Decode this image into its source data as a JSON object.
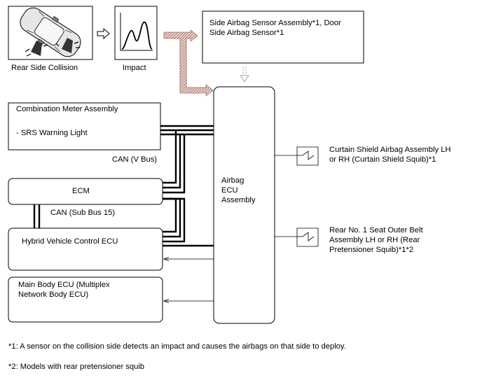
{
  "inputs": {
    "collision_label": "Rear Side Collision",
    "impact_label": "Impact"
  },
  "sensor": {
    "label": "Side Airbag Sensor Assembly*1, Door\nSide Airbag Sensor*1"
  },
  "ecu": {
    "label": "Airbag\nECU\nAssembly"
  },
  "left_units": {
    "meter": {
      "title": "Combination Meter Assembly",
      "item": "- SRS Warning Light"
    },
    "can_v_bus": "CAN (V Bus)",
    "ecm": "ECM",
    "can_sub_bus": "CAN (Sub Bus 15)",
    "hv_ecu": "Hybrid Vehicle Control ECU",
    "main_body_ecu": "Main Body ECU (Multiplex\nNetwork Body ECU)"
  },
  "outputs": {
    "curtain": "Curtain Shield Airbag Assembly LH\nor RH (Curtain Shield Squib)*1",
    "rear_belt": "Rear No. 1 Seat Outer Belt\nAssembly LH or RH (Rear\nPretensioner Squib)*1*2"
  },
  "notes": {
    "note1": "*1: A sensor on the collision side detects an impact and causes the airbags on that side to deploy.",
    "note2": "*2: Models with rear pretensioner squib"
  },
  "colors": {
    "impact_arrow": "#c8a49a",
    "line": "#000000"
  }
}
